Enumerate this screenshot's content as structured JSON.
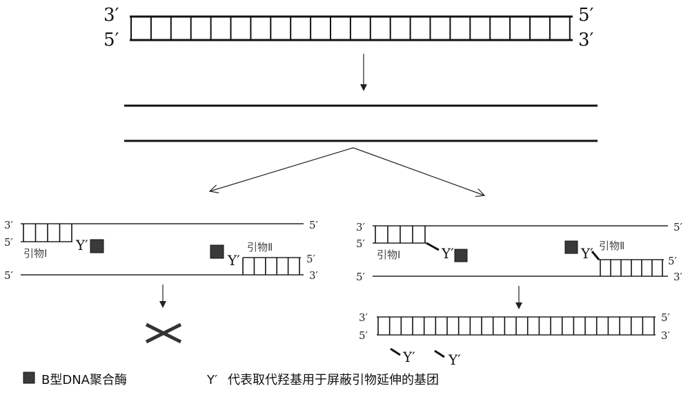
{
  "top_duplex": {
    "left_top": "3′",
    "left_bottom": "5′",
    "right_top": "5′",
    "right_bottom": "3′"
  },
  "left_panel": {
    "top_left": "3′",
    "top_right": "5′",
    "mid_left": "5′",
    "bottom_left": "5′",
    "bottom_right": "3′",
    "primer2_right": "5′",
    "primer1_label": "引物Ⅰ",
    "primer2_label": "引物Ⅱ",
    "y1": "Y′",
    "y2": "Y′"
  },
  "right_panel": {
    "top_left": "3′",
    "top_right": "5′",
    "mid_left": "5′",
    "bottom_left": "5′",
    "bottom_right": "3′",
    "primer2_right": "5′",
    "primer1_label": "引物Ⅰ",
    "primer2_label": "引物Ⅱ",
    "y1": "Y′",
    "y2": "Y′",
    "product_left_top": "3′",
    "product_left_bottom": "5′",
    "product_right_top": "5′",
    "product_right_bottom": "3′",
    "cleaved_y1": "Y′",
    "cleaved_y2": "Y′"
  },
  "legend": {
    "polymerase": "B型DNA聚合酶",
    "y_symbol": "Y′",
    "y_desc": "代表取代羟基用于屏蔽引物延伸的基团"
  },
  "colors": {
    "polymerase_box": "#3a3a3a"
  }
}
